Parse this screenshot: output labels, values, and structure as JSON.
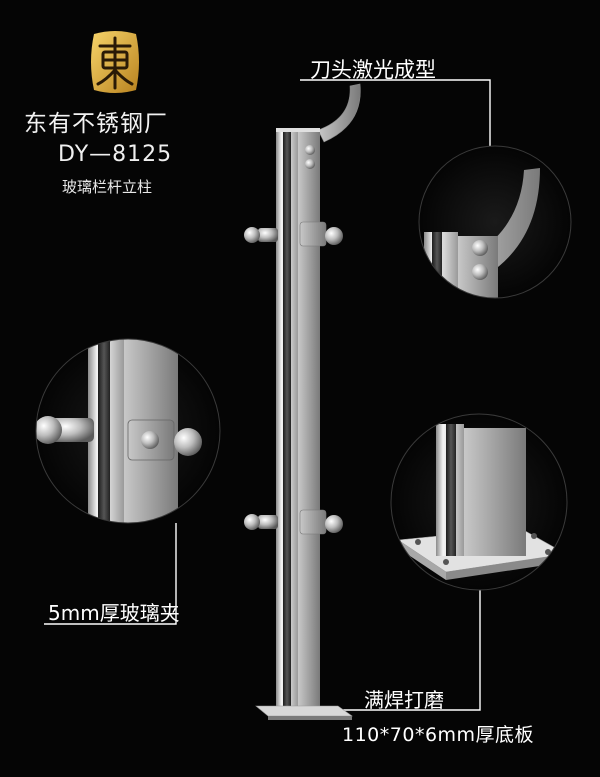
{
  "brand": {
    "logo_glyph": "東",
    "company_name": "东有不锈钢厂",
    "model_number": "DY—8125",
    "product_name": "玻璃栏杆立柱",
    "logo_color": "#e2b23a"
  },
  "callouts": {
    "top_detail": "刀头激光成型",
    "clamp_detail": "5mm厚玻璃夹",
    "weld_detail": "满焊打磨",
    "base_plate": "110*70*6mm厚底板"
  },
  "colors": {
    "background": "#050505",
    "steel_light": "#e6e6e6",
    "steel_dark": "#4a4a4a",
    "text": "#ffffff"
  }
}
